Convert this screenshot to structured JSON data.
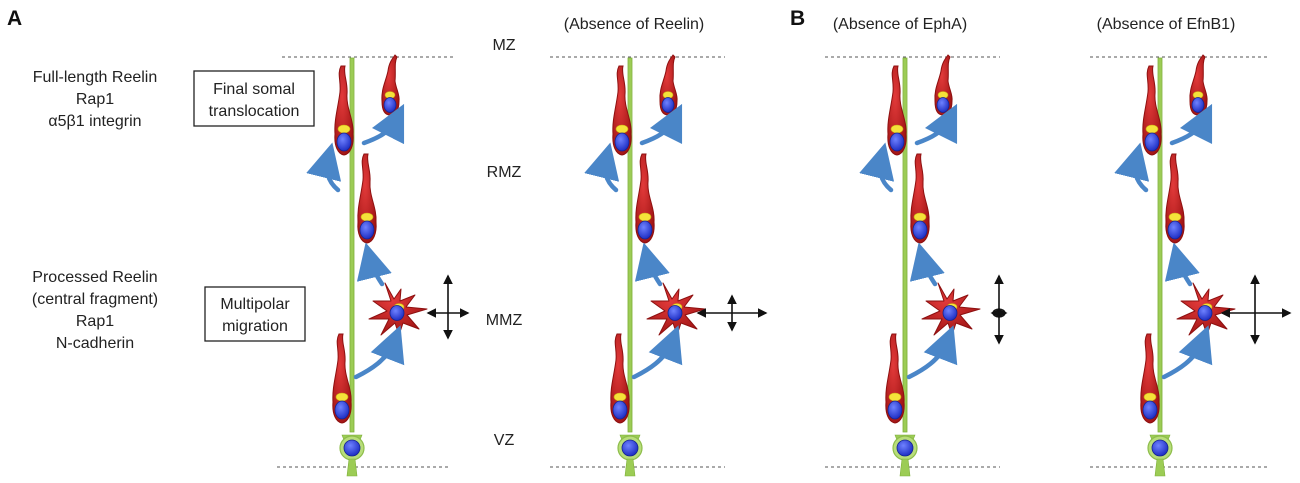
{
  "panels": {
    "a_letter": "A",
    "b_letter": "B"
  },
  "column_titles": {
    "absence_reelin": "(Absence of Reelin)",
    "absence_epha": "(Absence of EphA)",
    "absence_efnb1": "(Absence of EfnB1)"
  },
  "zones": {
    "mz": "MZ",
    "rmz": "RMZ",
    "mmz": "MMZ",
    "vz": "VZ"
  },
  "upper_labels": [
    "Full-length Reelin",
    "Rap1",
    "α5β1 integrin"
  ],
  "lower_labels": [
    "Processed Reelin",
    "(central fragment)",
    "Rap1",
    "N-cadherin"
  ],
  "boxes": {
    "final_somal": [
      "Final somal",
      "translocation"
    ],
    "multipolar": [
      "Multipolar",
      "migration"
    ]
  },
  "colors": {
    "neuron_red": "#c41e1e",
    "nucleus_blue": "#2a3fd6",
    "centrosome_yellow": "#f5e23a",
    "radial_glia_green": "#9ccc55",
    "arrow_blue": "#4a86c8",
    "boundary_gray": "#555555"
  }
}
